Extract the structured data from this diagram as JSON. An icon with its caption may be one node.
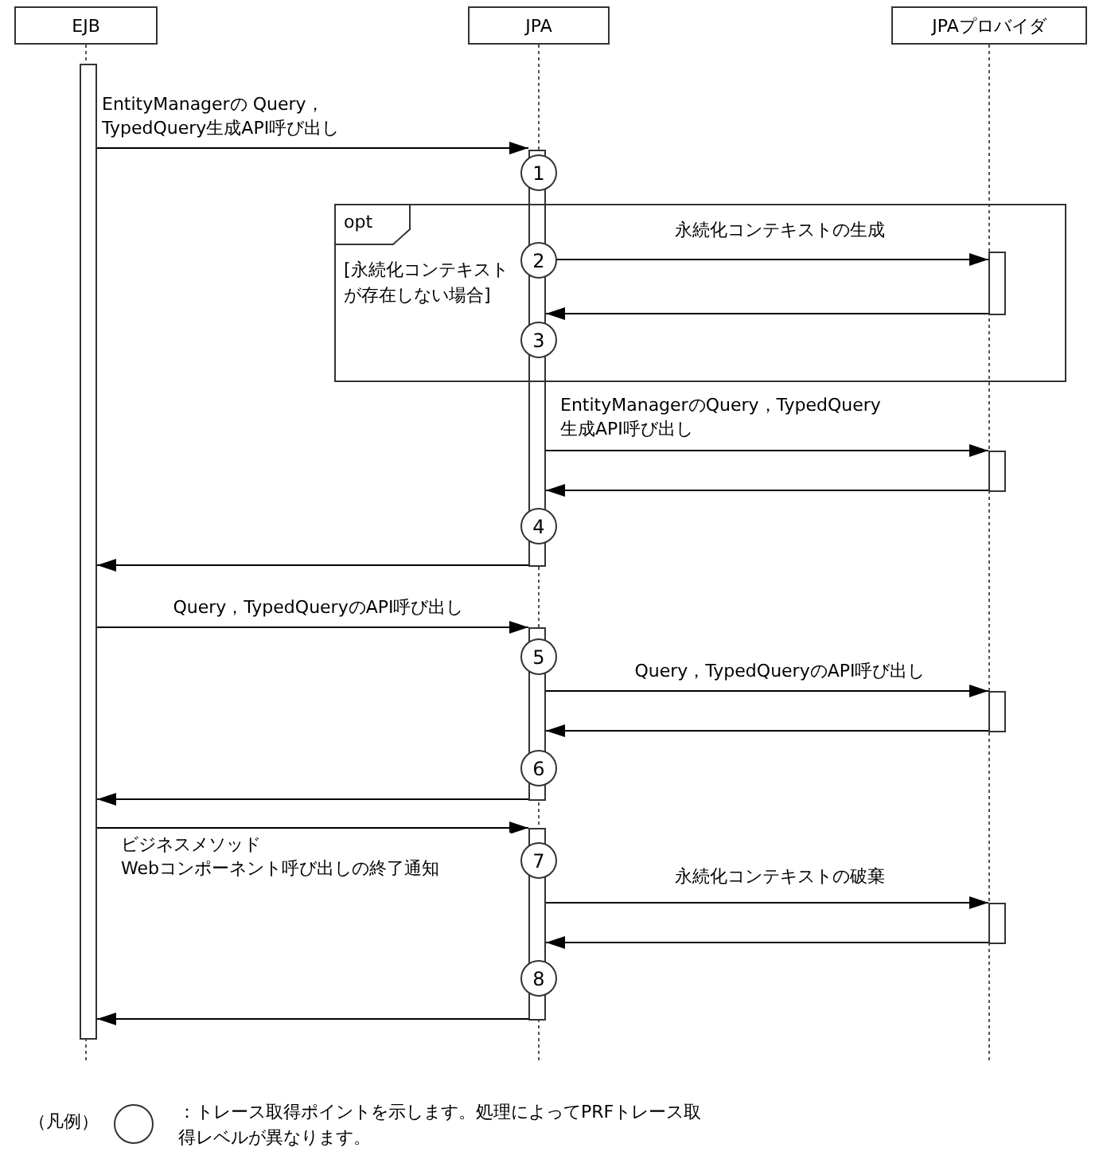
{
  "diagram": {
    "nodes": [
      {
        "text": [
          "EJB"
        ]
      },
      {
        "text": [
          "JPA"
        ]
      },
      {
        "text": [
          "JPAプロバイダ"
        ]
      },
      {
        "text": [],
        "shape": "bar"
      },
      {
        "text": [],
        "shape": "bar"
      },
      {
        "text": [
          "1"
        ]
      },
      {
        "text": [
          "opt",
          "[永続化コンテキストが存在しない場合]"
        ]
      },
      {
        "text": [
          "2"
        ],
        "in": 6
      },
      {
        "text": [],
        "shape": "bar",
        "in": 6
      },
      {
        "text": [
          "3"
        ],
        "in": 6
      },
      {
        "text": [],
        "shape": "bar"
      },
      {
        "text": [
          "4"
        ]
      },
      {
        "text": [],
        "shape": "bar"
      },
      {
        "text": [
          "5"
        ]
      },
      {
        "text": [],
        "shape": "bar"
      },
      {
        "text": [
          "6"
        ]
      },
      {
        "text": [],
        "shape": "bar"
      },
      {
        "text": [
          "7"
        ]
      },
      {
        "text": [],
        "shape": "bar"
      },
      {
        "text": [
          "8"
        ]
      }
    ],
    "edges": [
      {
        "from": 3,
        "to": 4,
        "arrow": "to",
        "label": "EntityManagerの Query，TypedQuery生成API呼び出し"
      },
      {
        "from": 4,
        "to": 8,
        "arrow": "to",
        "label": "永続化コンテキストの生成"
      },
      {
        "from": 8,
        "to": 4,
        "arrow": "to"
      },
      {
        "from": 4,
        "to": 10,
        "arrow": "to",
        "label": "EntityManagerのQuery，TypedQuery 生成API呼び出し"
      },
      {
        "from": 10,
        "to": 4,
        "arrow": "to"
      },
      {
        "from": 4,
        "to": 3,
        "arrow": "to"
      },
      {
        "from": 3,
        "to": 12,
        "arrow": "to",
        "label": "Query，TypedQueryのAPI呼び出し"
      },
      {
        "from": 12,
        "to": 14,
        "arrow": "to",
        "label": "Query，TypedQueryのAPI呼び出し"
      },
      {
        "from": 14,
        "to": 12,
        "arrow": "to"
      },
      {
        "from": 12,
        "to": 3,
        "arrow": "to"
      },
      {
        "from": 3,
        "to": 16,
        "arrow": "to",
        "label": "ビジネスメソッド Webコンポーネント呼び出しの終了通知"
      },
      {
        "from": 16,
        "to": 18,
        "arrow": "to",
        "label": "永続化コンテキストの破棄"
      },
      {
        "from": 18,
        "to": 16,
        "arrow": "to"
      },
      {
        "from": 16,
        "to": 3,
        "arrow": "to"
      }
    ],
    "labels": [
      "（凡例）"
    ],
    "legend": [
      {
        "text": "：トレース取得ポイントを示します。処理によってPRFトレース取得レベルが異なります。"
      }
    ]
  }
}
